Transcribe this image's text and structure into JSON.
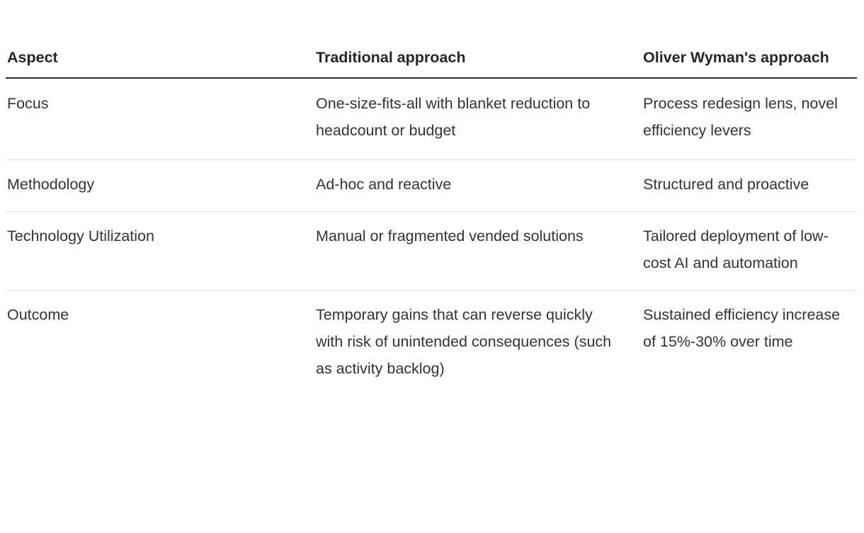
{
  "table": {
    "columns": [
      {
        "key": "aspect",
        "label": "Aspect"
      },
      {
        "key": "traditional",
        "label": "Traditional approach"
      },
      {
        "key": "oliver_wyman",
        "label": "Oliver Wyman's approach"
      }
    ],
    "rows": [
      {
        "aspect": "Focus",
        "traditional": "One-size-fits-all with blanket reduction to headcount or budget",
        "oliver_wyman": "Process redesign lens, novel efficiency levers"
      },
      {
        "aspect": "Methodology",
        "traditional": "Ad-hoc and reactive",
        "oliver_wyman": "Structured and proactive"
      },
      {
        "aspect": "Technology Utilization",
        "traditional": "Manual or fragmented vended solutions",
        "oliver_wyman": "Tailored deployment of low-cost AI and automation"
      },
      {
        "aspect": "Outcome",
        "traditional": "Temporary gains that can reverse quickly with risk of unintended consequences (such as activity backlog)",
        "oliver_wyman": "Sustained efficiency increase of 15%-30% over time"
      }
    ]
  },
  "style": {
    "header_rule_color": "#2e2e2e",
    "row_rule_color": "#e4e4e4",
    "header_text_color": "#262626",
    "body_text_color": "#333333",
    "background_color": "#ffffff"
  }
}
